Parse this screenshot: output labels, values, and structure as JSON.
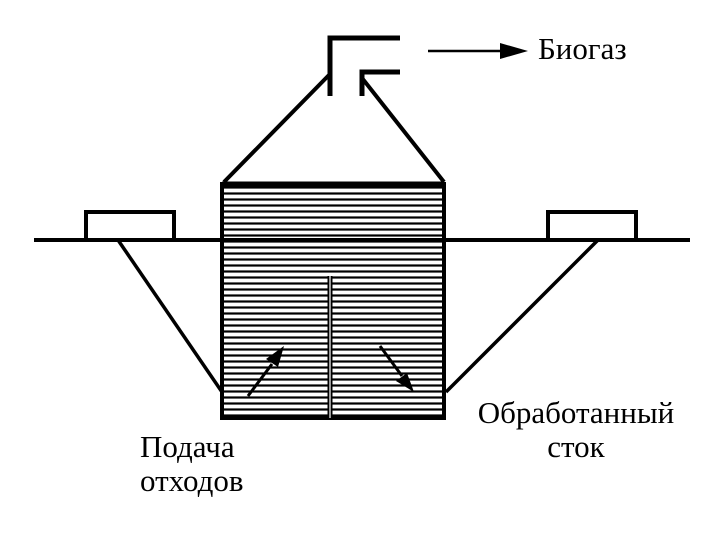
{
  "labels": {
    "biogas": "Биогаз",
    "feed_line1": "Подача",
    "feed_line2": "отходов",
    "outflow_line1": "Обработанный",
    "outflow_line2": "сток"
  },
  "colors": {
    "ink": "#000000",
    "background": "#ffffff"
  }
}
